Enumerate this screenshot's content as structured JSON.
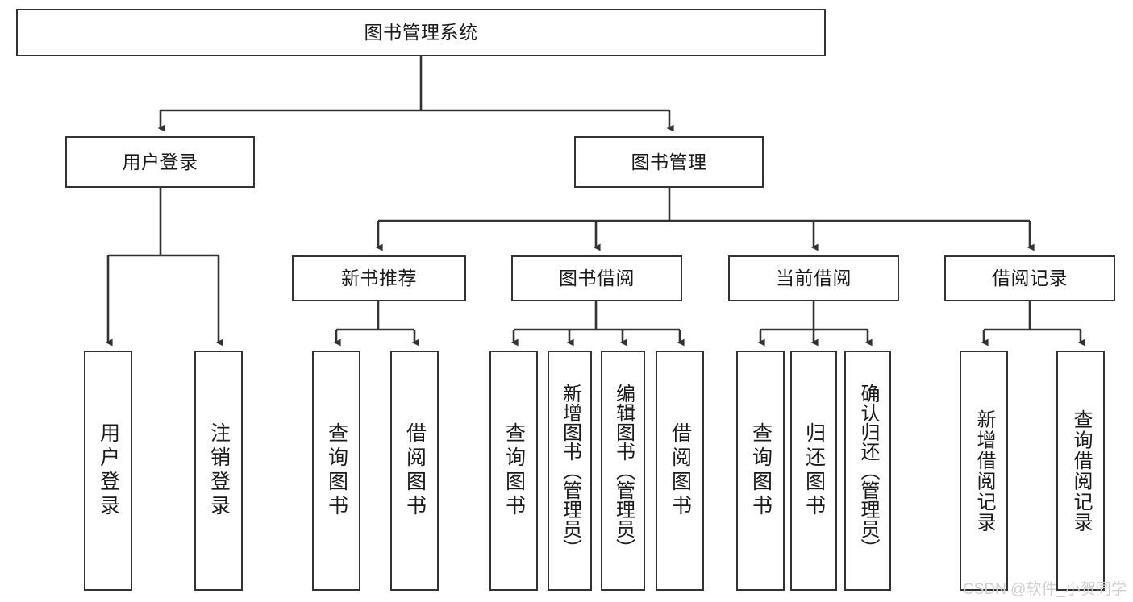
{
  "diagram": {
    "title": "图书管理系统",
    "type": "tree",
    "watermark": "CSDN @软件_小贺同学",
    "colors": {
      "stroke": "#333333",
      "fill": "#ffffff",
      "text": "#1a1a1a",
      "watermark": "#cfcfcf"
    },
    "nodes": {
      "root": {
        "label": "图书管理系统"
      },
      "level2": [
        {
          "label": "用户登录"
        },
        {
          "label": "图书管理"
        }
      ],
      "level3": [
        {
          "label": "新书推荐"
        },
        {
          "label": "图书借阅"
        },
        {
          "label": "当前借阅"
        },
        {
          "label": "借阅记录"
        }
      ],
      "leaves": {
        "user_login": [
          {
            "label": "用户登录"
          },
          {
            "label": "注销登录"
          }
        ],
        "new_book": [
          {
            "label": "查询图书"
          },
          {
            "label": "借阅图书"
          }
        ],
        "borrow": [
          {
            "label": "查询图书"
          },
          {
            "label": "新增图书（管理员）"
          },
          {
            "label": "编辑图书（管理员）"
          },
          {
            "label": "借阅图书"
          }
        ],
        "current": [
          {
            "label": "查询图书"
          },
          {
            "label": "归还图书"
          },
          {
            "label": "确认归还（管理员）"
          }
        ],
        "records": [
          {
            "label": "新增借阅记录"
          },
          {
            "label": "查询借阅记录"
          }
        ]
      }
    }
  }
}
